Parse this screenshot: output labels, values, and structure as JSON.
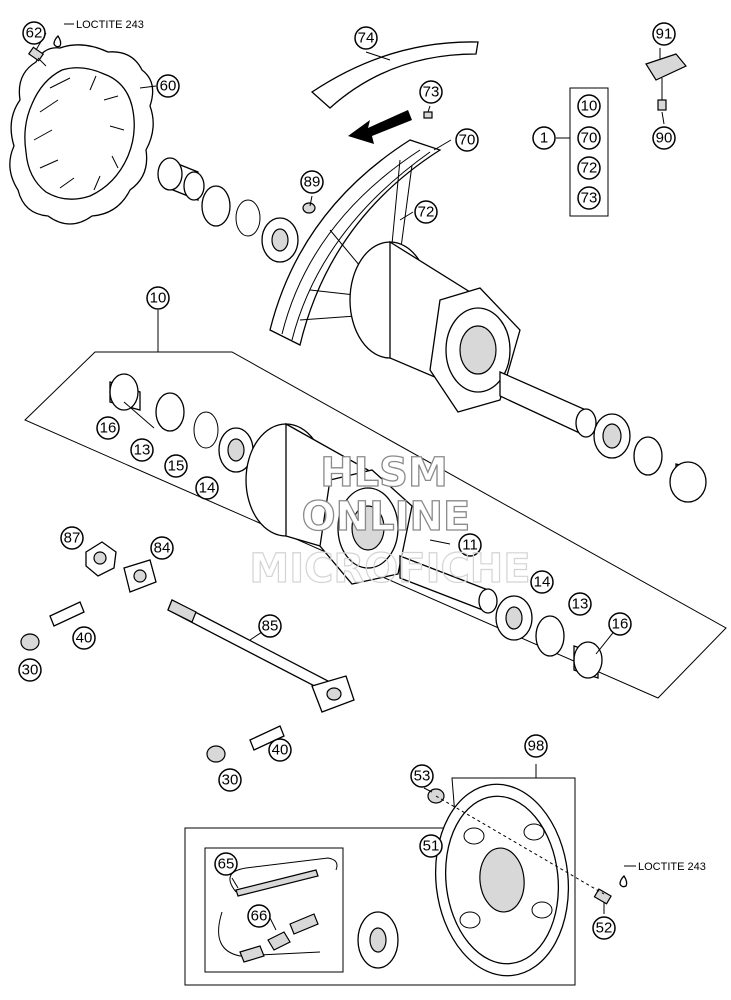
{
  "callouts": [
    {
      "id": "62",
      "label": "62"
    },
    {
      "id": "60",
      "label": "60"
    },
    {
      "id": "74",
      "label": "74"
    },
    {
      "id": "73a",
      "label": "73"
    },
    {
      "id": "70",
      "label": "70"
    },
    {
      "id": "89",
      "label": "89"
    },
    {
      "id": "72",
      "label": "72"
    },
    {
      "id": "91",
      "label": "91"
    },
    {
      "id": "90",
      "label": "90"
    },
    {
      "id": "1",
      "label": "1"
    },
    {
      "id": "10b",
      "label": "10"
    },
    {
      "id": "70b",
      "label": "70"
    },
    {
      "id": "72b",
      "label": "72"
    },
    {
      "id": "73b",
      "label": "73"
    },
    {
      "id": "10",
      "label": "10"
    },
    {
      "id": "16a",
      "label": "16"
    },
    {
      "id": "13a",
      "label": "13"
    },
    {
      "id": "15",
      "label": "15"
    },
    {
      "id": "14a",
      "label": "14"
    },
    {
      "id": "11",
      "label": "11"
    },
    {
      "id": "14b",
      "label": "14"
    },
    {
      "id": "13b",
      "label": "13"
    },
    {
      "id": "16b",
      "label": "16"
    },
    {
      "id": "87",
      "label": "87"
    },
    {
      "id": "84",
      "label": "84"
    },
    {
      "id": "85",
      "label": "85"
    },
    {
      "id": "40a",
      "label": "40"
    },
    {
      "id": "30a",
      "label": "30"
    },
    {
      "id": "40b",
      "label": "40"
    },
    {
      "id": "30b",
      "label": "30"
    },
    {
      "id": "98",
      "label": "98"
    },
    {
      "id": "53",
      "label": "53"
    },
    {
      "id": "51",
      "label": "51"
    },
    {
      "id": "65",
      "label": "65"
    },
    {
      "id": "66",
      "label": "66"
    },
    {
      "id": "52",
      "label": "52"
    }
  ],
  "notes": {
    "loctite_top": "LOCTITE 243",
    "loctite_bottom": "LOCTITE 243"
  },
  "watermark": {
    "line1": "HLSM",
    "line2": "ONLINE",
    "line3": "MICROFICHE"
  }
}
